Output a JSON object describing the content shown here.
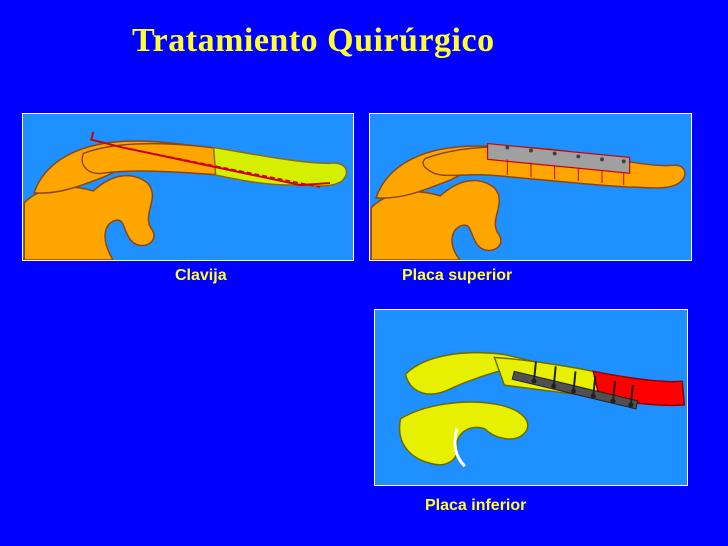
{
  "slide": {
    "title": "Tratamiento Quirúrgico",
    "captions": {
      "clavija": "Clavija",
      "placa_superior": "Placa superior",
      "placa_inferior": "Placa inferior"
    },
    "colors": {
      "background": "#0000ff",
      "title": "#ffff33",
      "panel": "#1e90ff",
      "bone": "#ffa500",
      "bone_distal": "#d4f000",
      "bone_yellow": "#e6f000",
      "fracture": "#ff0000",
      "plate": "#a0a0a0",
      "screw": "#404040"
    }
  }
}
